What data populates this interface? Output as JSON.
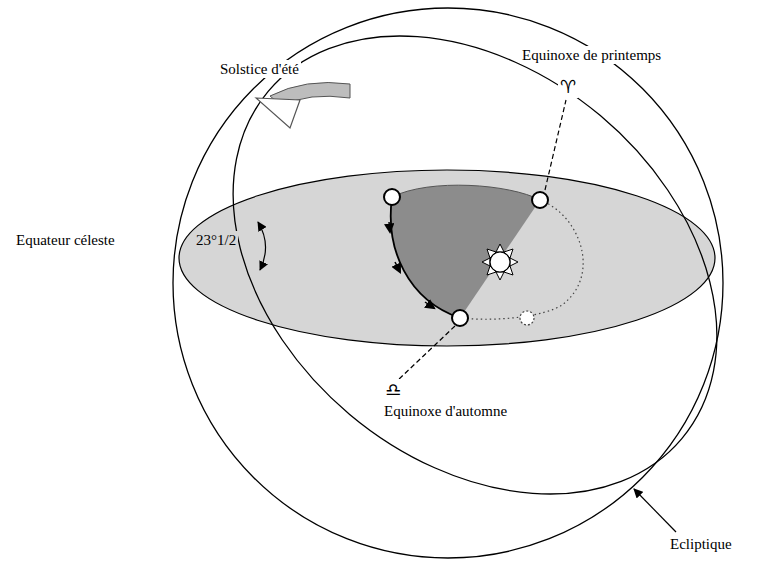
{
  "diagram": {
    "labels": [
      "Solstice d'été",
      "Equinoxe de printemps",
      "♈",
      "Equateur céleste",
      "23°1/2",
      "♎",
      "Equinoxe d'automne",
      "Ecliptique"
    ]
  }
}
